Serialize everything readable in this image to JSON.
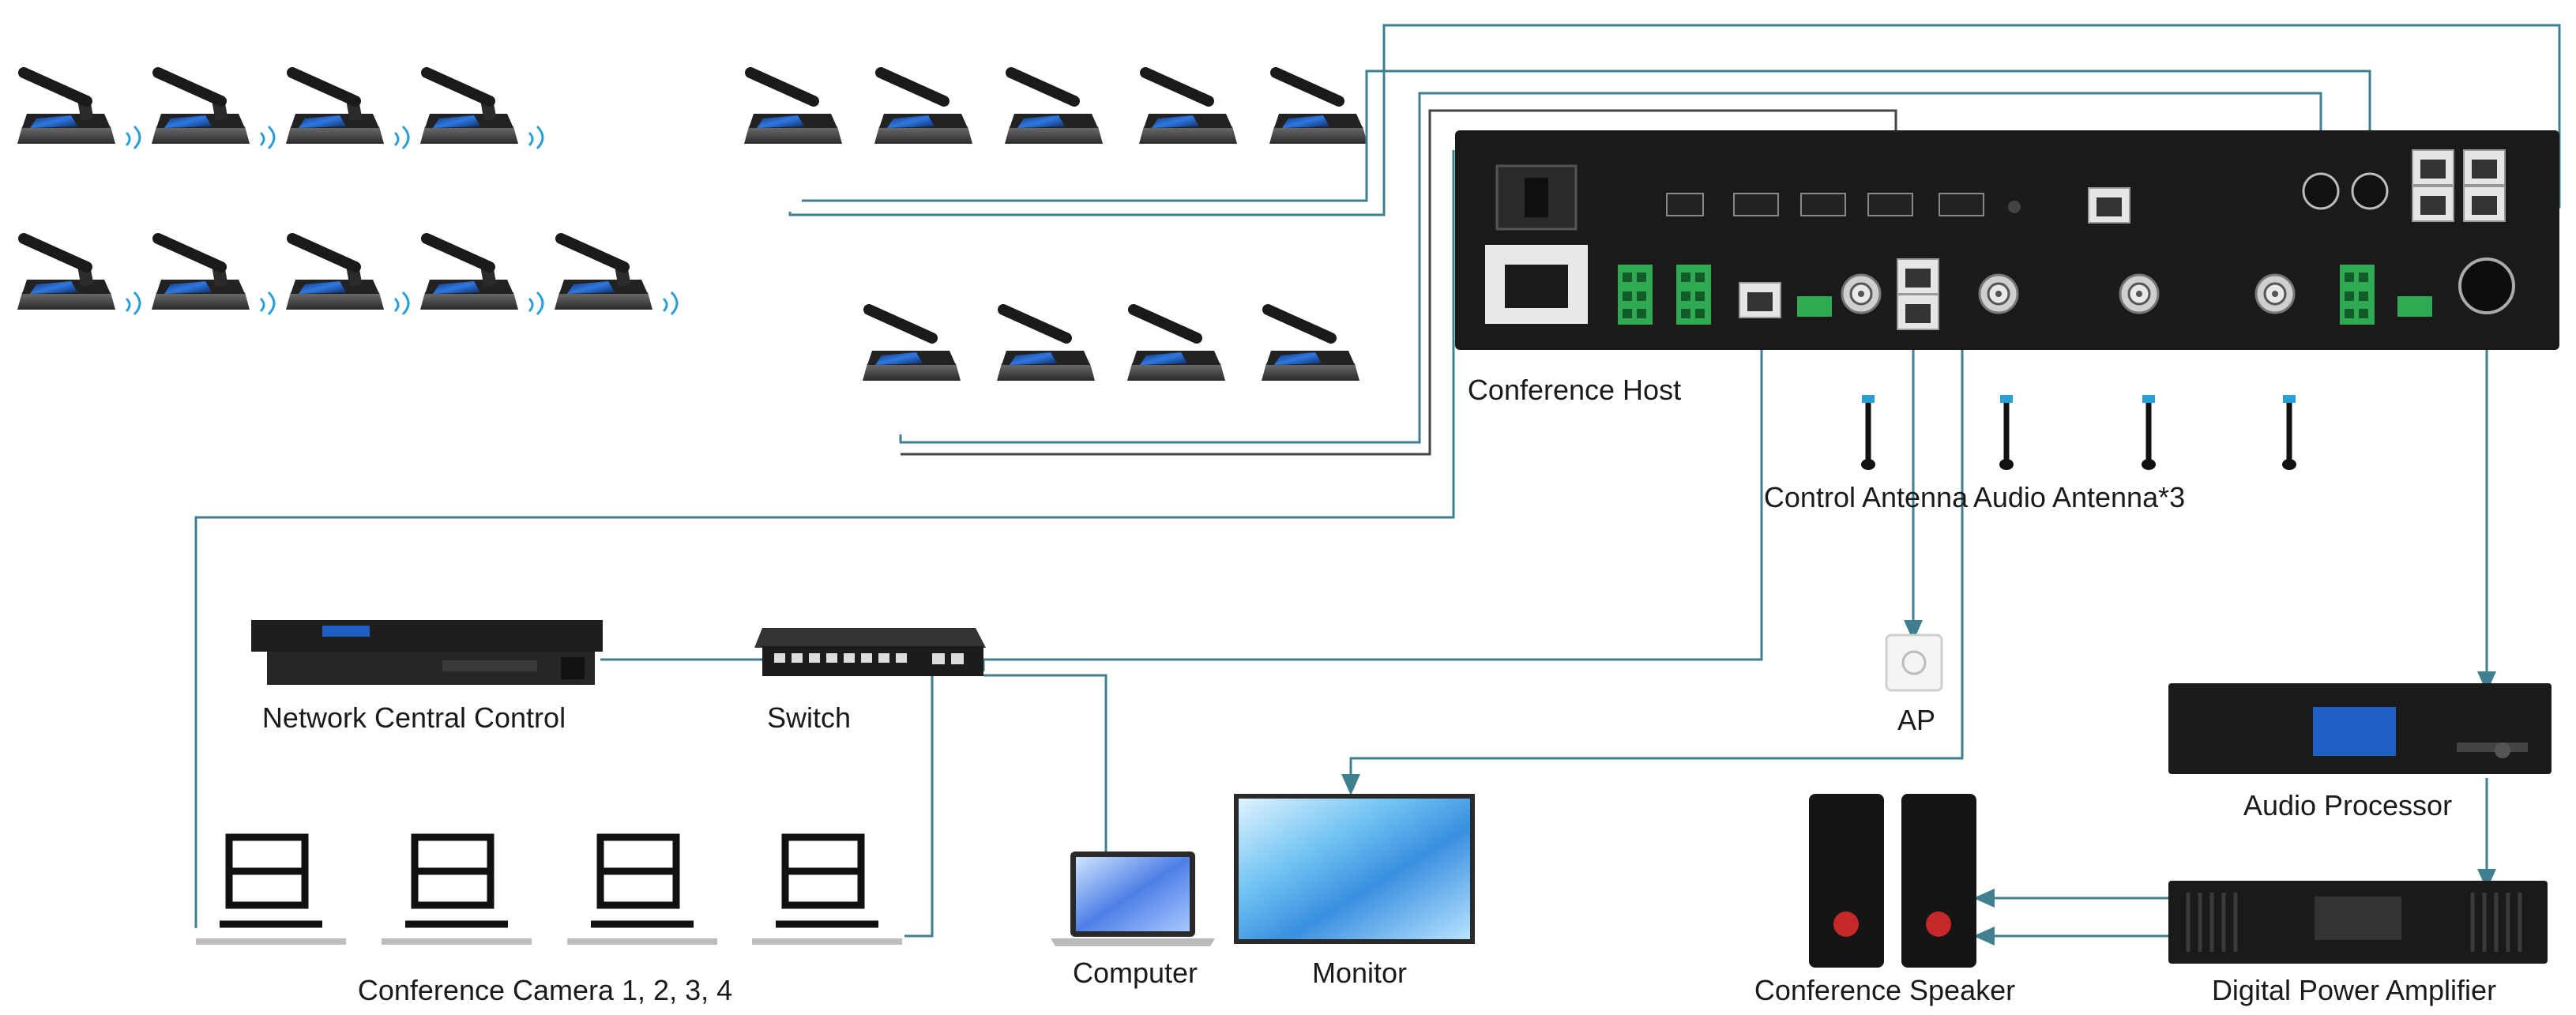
{
  "labels": {
    "conference_host": "Conference Host",
    "control_antenna": "Control Antenna",
    "audio_antenna": "Audio Antenna*3",
    "network_central_control": "Network Central Control",
    "switch": "Switch",
    "ap": "AP",
    "audio_processor": "Audio Processor",
    "conference_camera": "Conference Camera 1, 2, 3, 4",
    "computer": "Computer",
    "monitor": "Monitor",
    "conference_speaker": "Conference Speaker",
    "digital_power_amplifier": "Digital Power Amplifier"
  },
  "colors": {
    "cable": "#3f7f8f",
    "device_dark": "#1c1c1c",
    "screen_blue": "#1f5fc4",
    "terminal_green": "#2faa52",
    "wifi": "#2a9fd6"
  },
  "icons": {
    "microphone_unit": "gooseneck-microphone-icon",
    "camera": "conference-camera-icon",
    "antenna": "antenna-icon",
    "ap": "access-point-icon"
  }
}
